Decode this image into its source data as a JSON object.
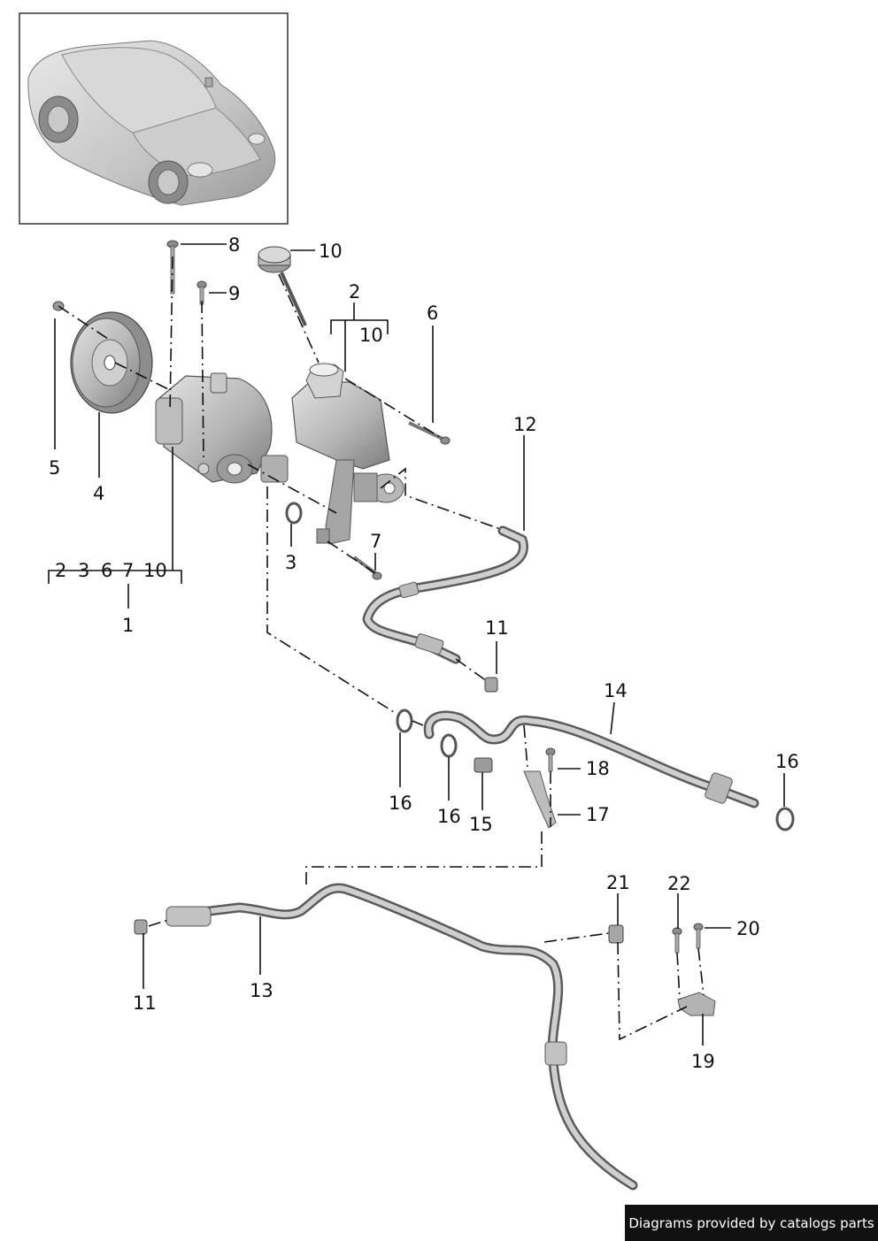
{
  "callouts": {
    "c1": "1",
    "c2": "2",
    "c3": "3",
    "c4": "4",
    "c5": "5",
    "c6": "6",
    "c7": "7",
    "c8": "8",
    "c9": "9",
    "c10a": "10",
    "c10b": "10",
    "c11a": "11",
    "c11b": "11",
    "c12": "12",
    "c13": "13",
    "c14": "14",
    "c15": "15",
    "c16a": "16",
    "c16b": "16",
    "c16c": "16",
    "c17": "17",
    "c18": "18",
    "c19": "19",
    "c20": "20",
    "c21": "21",
    "c22": "22"
  },
  "group1": {
    "g2": "2",
    "g3": "3",
    "g6": "6",
    "g7": "7",
    "g10": "10"
  },
  "footer": {
    "text": "Diagrams provided by catalogs parts"
  },
  "icons": {
    "thumbnail": "car-icon"
  },
  "colors": {
    "part_fill": "#bdbdbd",
    "part_dark": "#7a7a7a",
    "outline": "#111111"
  }
}
